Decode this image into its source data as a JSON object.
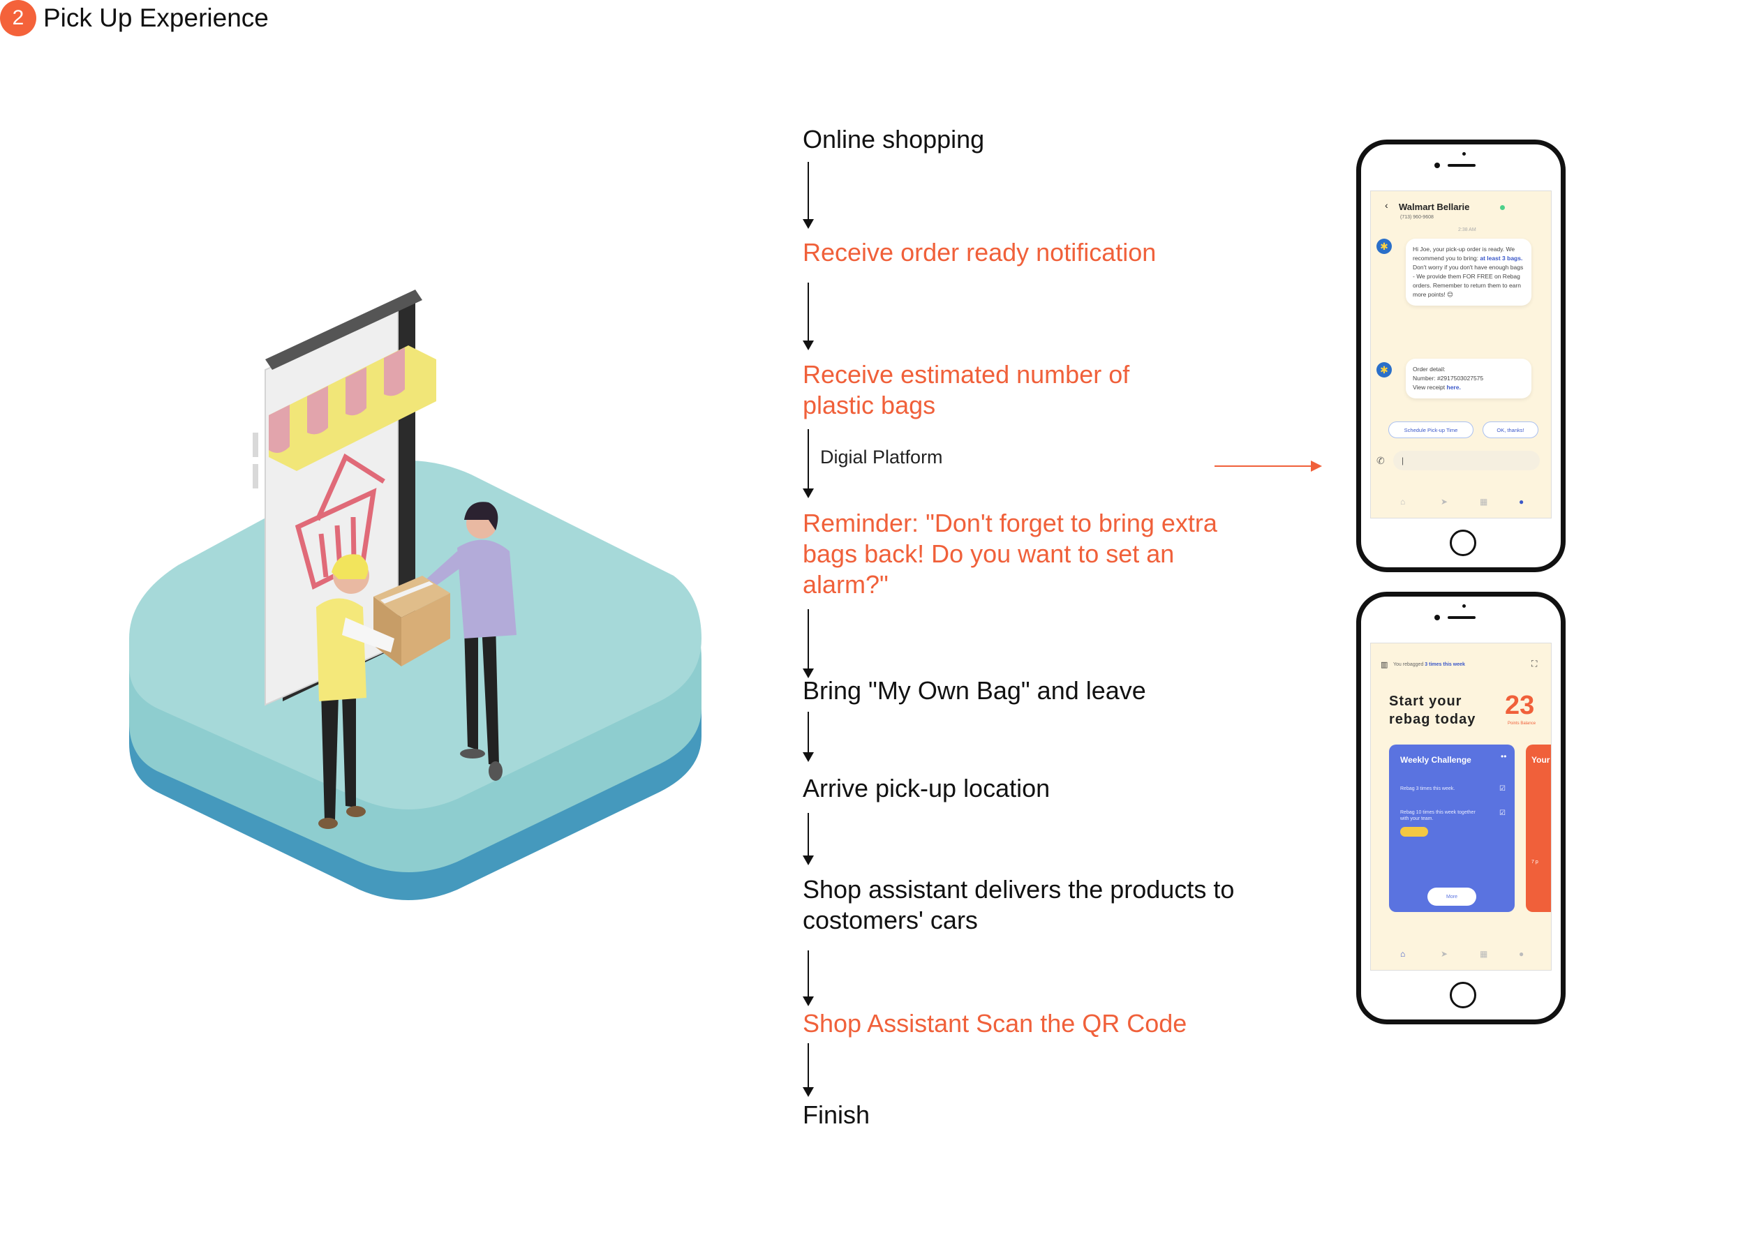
{
  "section": {
    "badge": "2",
    "title": "Pick Up Experience"
  },
  "flow": {
    "steps": [
      {
        "text": "Online shopping",
        "highlight": false
      },
      {
        "text": "Receive order ready notification",
        "highlight": true
      },
      {
        "text": "Receive estimated number of plastic bags",
        "highlight": true
      },
      {
        "text": "Reminder: \"Don't forget to bring extra bags back! Do you want to set an alarm?\"",
        "highlight": true
      },
      {
        "text": "Bring \"My Own Bag\" and leave",
        "highlight": false
      },
      {
        "text": "Arrive pick-up location",
        "highlight": false
      },
      {
        "text": "Shop assistant delivers the products to costomers' cars",
        "highlight": false
      },
      {
        "text": "Shop Assistant Scan the QR Code",
        "highlight": true
      },
      {
        "text": "Finish",
        "highlight": false
      }
    ],
    "platform_note": "Digial Platform"
  },
  "colors": {
    "accent": "#f0603a",
    "card_blue": "#5a73e0",
    "screen_bg": "#fdf4dd",
    "platform_teal": "#a6d9d9"
  },
  "phone_chat": {
    "store_name": "Walmart Bellarie",
    "phone_number": "(713) 960-9608",
    "time": "2:38 AM",
    "message_1_pre": "Hi Joe, your pick-up order is ready. We recommend you to bring: ",
    "message_1_bold": "at least 3 bags.",
    "message_1_post": " Don't worry if you don't have enough bags - We provide them FOR FREE on Rebag orders. Remember to return them to earn more points! 😊",
    "order_label": "Order detail:",
    "order_number": "Number: #2917503027575",
    "receipt_pre": "View receipt ",
    "receipt_link": "here.",
    "btn_schedule": "Schedule Pick-up Time",
    "btn_ok": "OK, thanks!",
    "input_cursor": "|"
  },
  "phone_home": {
    "rebag_pre": "You rebagged ",
    "rebag_bold": "3 times this week",
    "headline": "Start your rebag today",
    "points": "23",
    "points_label": "Points Balance",
    "challenge_title": "Weekly Challenge",
    "challenge_1": "Rebag 3 times this week.",
    "challenge_2": "Rebag 10 times this week together with your team.",
    "more_btn": "More",
    "side_card_title": "Your",
    "side_card_text": "7 p"
  },
  "icons": [
    "back-chevron-icon",
    "walmart-spark-icon",
    "phone-icon",
    "home-icon",
    "cursor-icon",
    "grid-icon",
    "user-icon",
    "barcode-icon",
    "scan-icon",
    "check-box-icon",
    "more-dots-icon"
  ]
}
